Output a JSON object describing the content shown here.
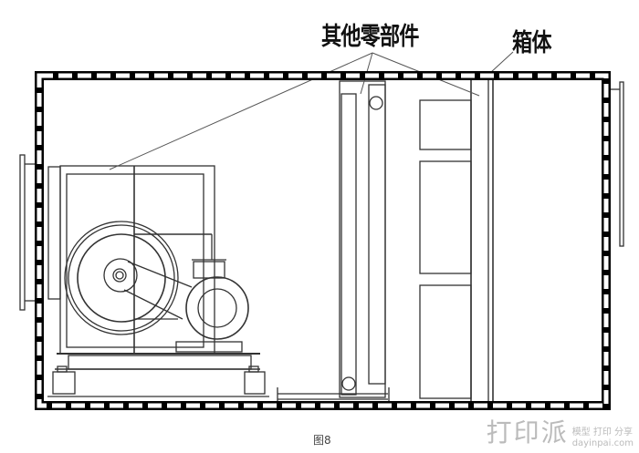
{
  "labels": {
    "other_parts": "其他零部件",
    "casing": "箱体"
  },
  "caption": "图8",
  "watermark": {
    "logo": "打印派",
    "tagline": "模型 打印 分享",
    "site": "dayinpai.com"
  }
}
